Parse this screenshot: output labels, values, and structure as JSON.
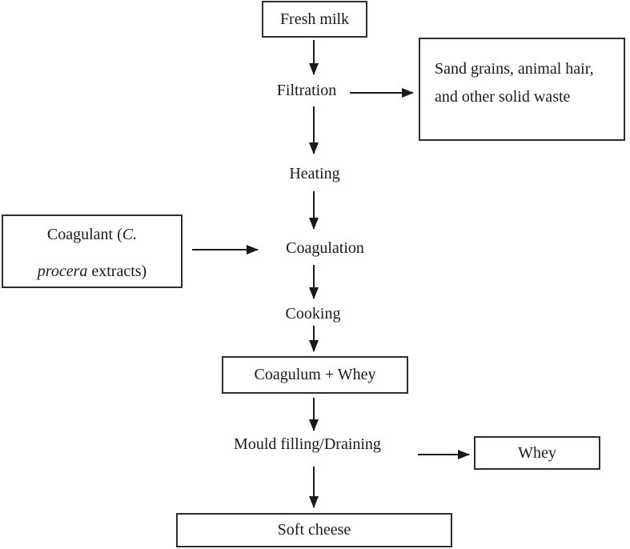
{
  "nodes": {
    "fresh_milk": "Fresh milk",
    "filtration": "Filtration",
    "waste": {
      "line1": "Sand grains, animal hair,",
      "line2": "and other solid waste"
    },
    "heating": "Heating",
    "coagulant": {
      "line1_normal": "Coagulant (",
      "line1_italic": "C.",
      "line2_italic": "procera",
      "line2_normal": " extracts)"
    },
    "coagulation": "Coagulation",
    "cooking": "Cooking",
    "coagulum_whey": "Coagulum + Whey",
    "mould_filling_draining": "Mould filling/Draining",
    "whey": "Whey",
    "soft_cheese": "Soft cheese"
  },
  "colors": {
    "text": "#1a1a1a",
    "border": "#2e2e2e",
    "background": "#ffffff",
    "arrow": "#1a1a1a"
  }
}
